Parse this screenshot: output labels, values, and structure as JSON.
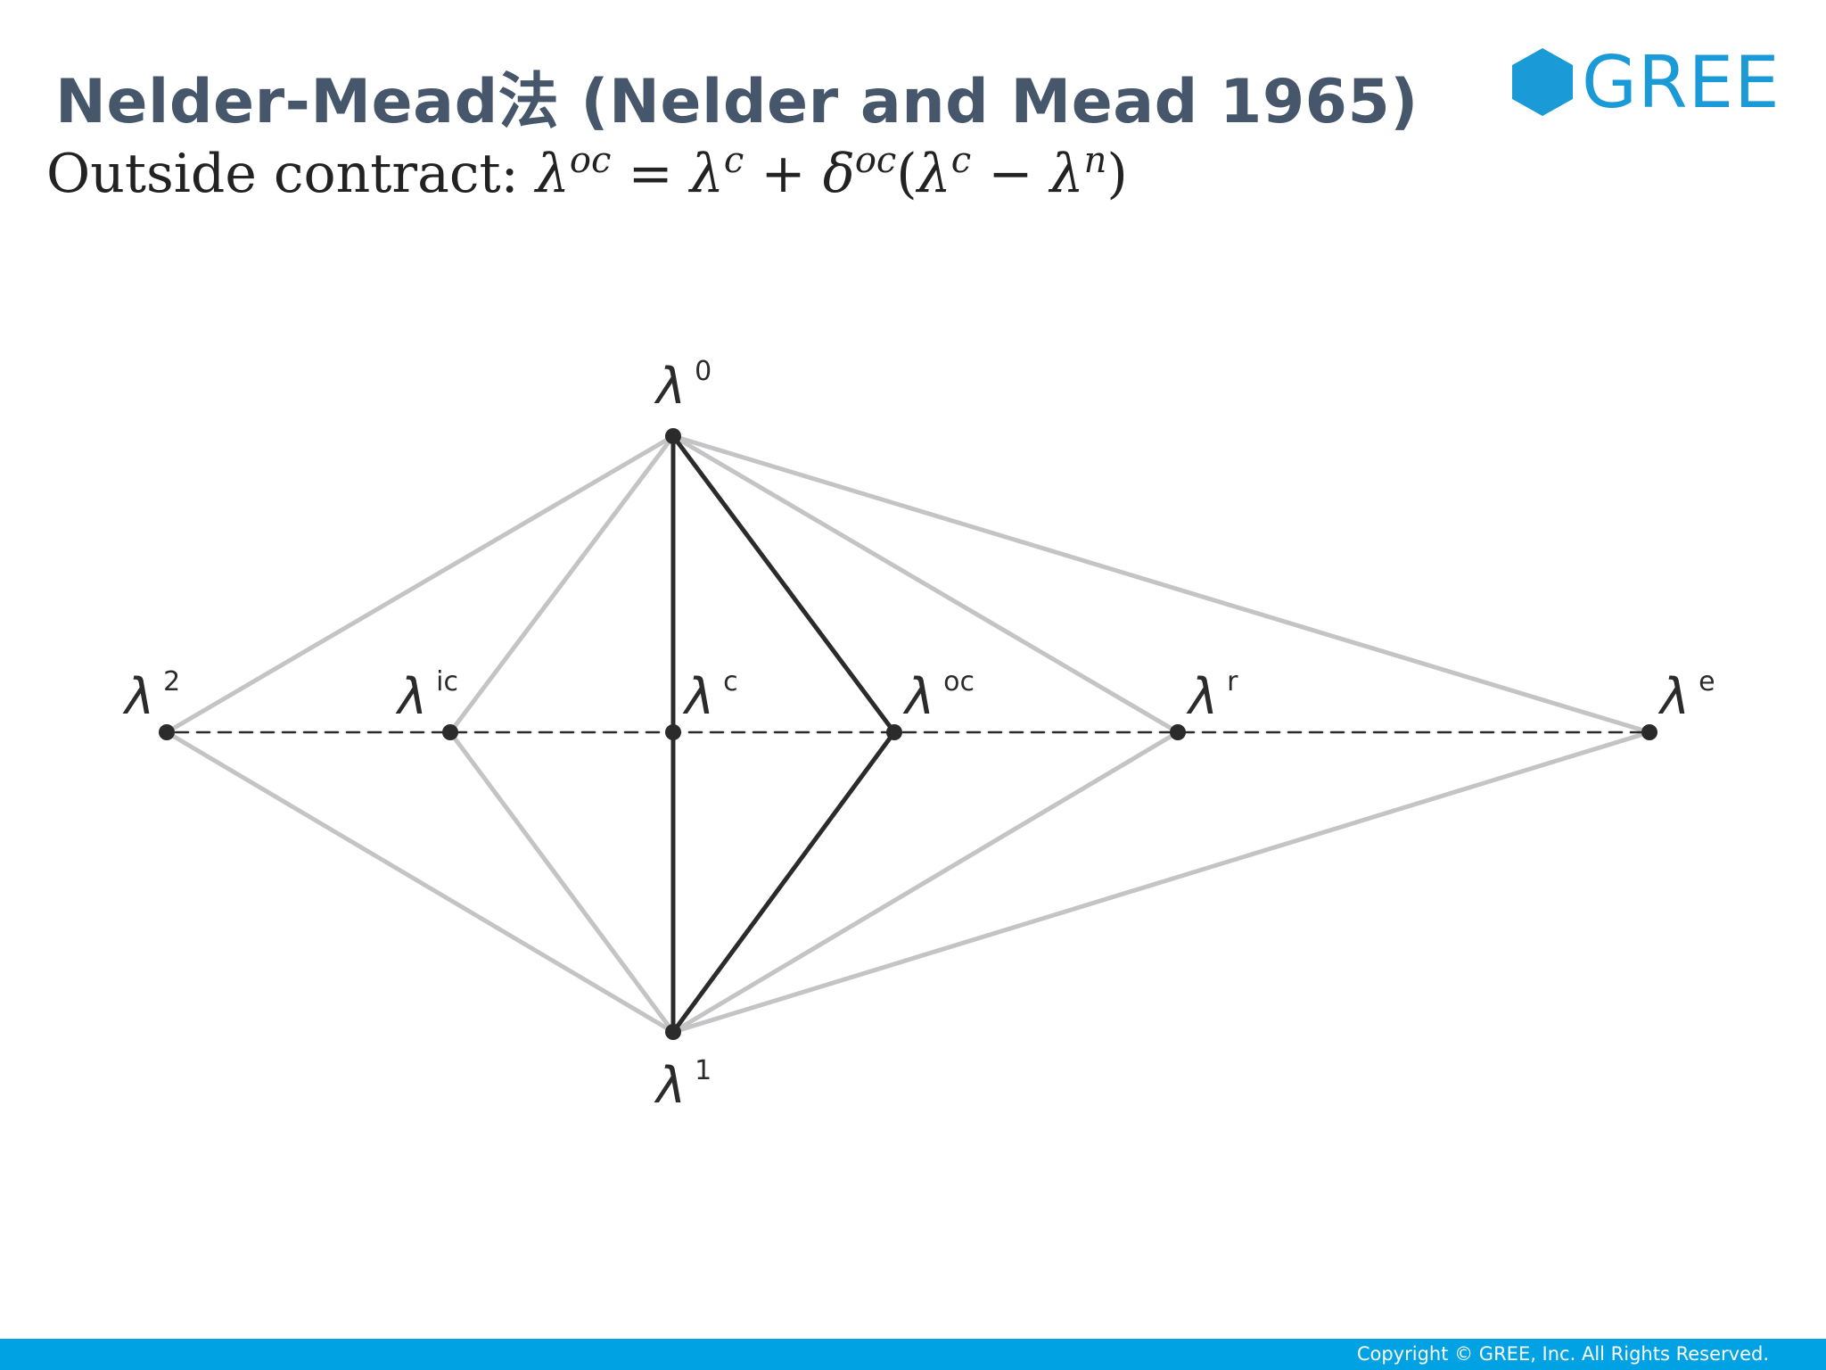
{
  "slide": {
    "title": "Nelder-Mead法 (Nelder and Mead 1965)",
    "formula": {
      "label": "Outside contract:",
      "lhs": "λ",
      "lhs_sup": "oc",
      "equals": "=",
      "term1": "λ",
      "term1_sup": "c",
      "plus": "+",
      "delta": "δ",
      "delta_sup": "oc",
      "open": "(",
      "term2": "λ",
      "term2_sup": "c",
      "minus": "−",
      "term3": "λ",
      "term3_sup": "n",
      "close": ")"
    },
    "logo_text": "GREE",
    "copyright": "Copyright © GREE, Inc. All Rights Reserved."
  },
  "diagram": {
    "points": [
      {
        "id": "l0",
        "symbol": "λ",
        "sup": "0"
      },
      {
        "id": "l1",
        "symbol": "λ",
        "sup": "1"
      },
      {
        "id": "l2",
        "symbol": "λ",
        "sup": "2"
      },
      {
        "id": "lic",
        "symbol": "λ",
        "sup": "ic"
      },
      {
        "id": "lc",
        "symbol": "λ",
        "sup": "c"
      },
      {
        "id": "loc",
        "symbol": "λ",
        "sup": "oc"
      },
      {
        "id": "lr",
        "symbol": "λ",
        "sup": "r"
      },
      {
        "id": "le",
        "symbol": "λ",
        "sup": "e"
      }
    ],
    "colors": {
      "highlight": "#2b2b2b",
      "inactive": "#c4c3c6",
      "dashed": "#2b2b2b",
      "logo": "#1a9ad6",
      "footer": "#00a2e3",
      "title": "#46566b"
    }
  }
}
